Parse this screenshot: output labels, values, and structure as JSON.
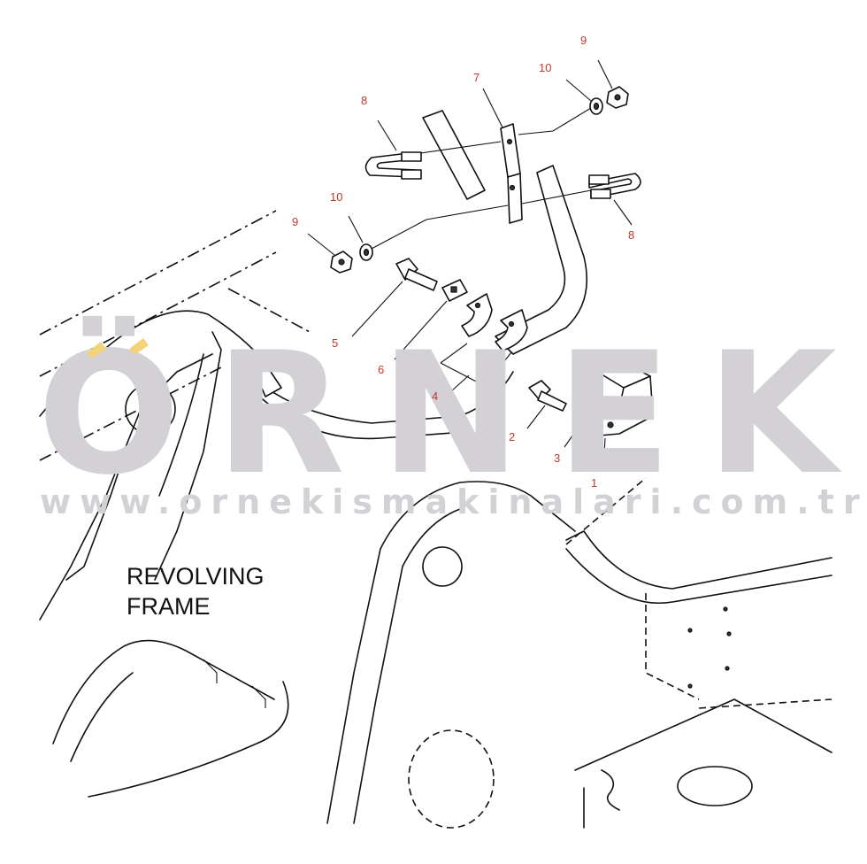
{
  "watermark": {
    "brand": "ÖRNEK",
    "url": "www.ornekismakinalari.com.tr",
    "accent_color": "#f2d37a",
    "text_color": "#d3d0d6"
  },
  "frame_label": {
    "line1": "REVOLVING",
    "line2": "FRAME"
  },
  "callouts": [
    {
      "id": "c1",
      "label": "1"
    },
    {
      "id": "c2",
      "label": "2"
    },
    {
      "id": "c3",
      "label": "3"
    },
    {
      "id": "c4",
      "label": "4"
    },
    {
      "id": "c5",
      "label": "5"
    },
    {
      "id": "c6",
      "label": "6"
    },
    {
      "id": "c7",
      "label": "7"
    },
    {
      "id": "c8a",
      "label": "8"
    },
    {
      "id": "c8b",
      "label": "8"
    },
    {
      "id": "c9a",
      "label": "9"
    },
    {
      "id": "c9b",
      "label": "9"
    },
    {
      "id": "c10a",
      "label": "10"
    },
    {
      "id": "c10b",
      "label": "10"
    }
  ],
  "colors": {
    "callout": "#c0392b",
    "line": "#111111"
  }
}
